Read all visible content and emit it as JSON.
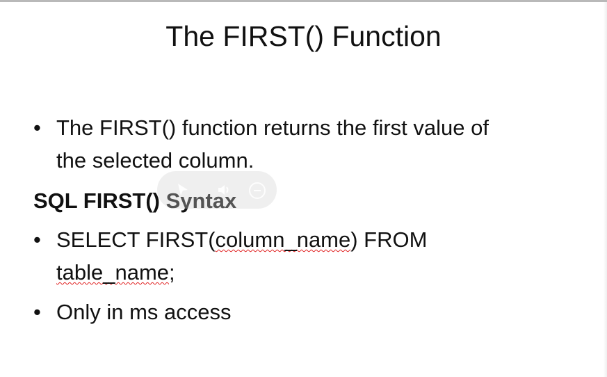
{
  "slide": {
    "title": "The FIRST() Function",
    "bullet1": {
      "line1": "The FIRST() function returns the first value of",
      "line2": "the selected column."
    },
    "syntax_heading": "SQL FIRST() Syntax",
    "bullet2": {
      "part1": "SELECT FIRST(",
      "part2": "column_name",
      "part3": ") FROM",
      "part4": "table_name",
      "part5": ";"
    },
    "bullet3": "Only  in ms access",
    "bullet_symbol": "•"
  },
  "colors": {
    "spellcheck_underline": "#e02020",
    "top_border": "#b9b9b9"
  },
  "icons": {
    "pointer": "pointer-icon",
    "volume": "volume-icon",
    "zoom": "zoom-out-icon"
  }
}
